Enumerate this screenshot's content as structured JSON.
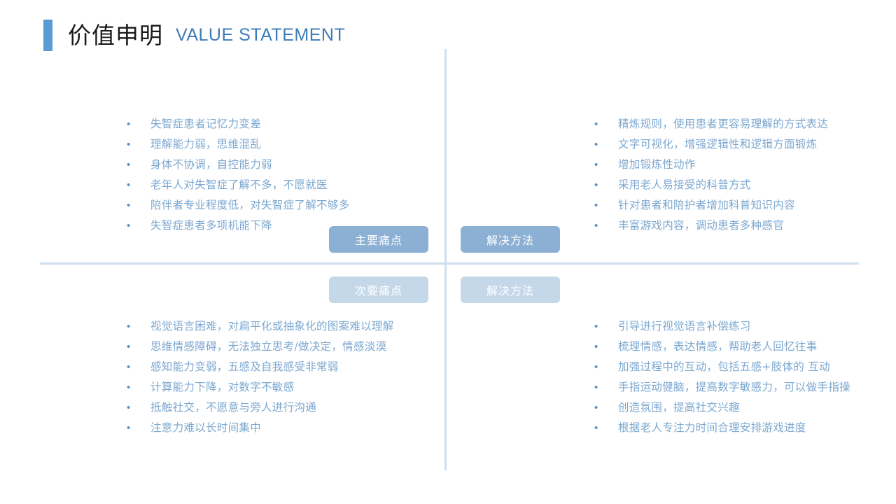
{
  "header": {
    "title_cn": "价值申明",
    "title_en": "VALUE STATEMENT",
    "accent_color": "#5b9bd5",
    "title_en_color": "#3d7cb8"
  },
  "theme": {
    "text_blue": "#7ba7d0",
    "divider": "#cfdff0",
    "pill_strong": "#8cb0d4",
    "pill_soft": "#c5d8ea",
    "background": "#ffffff"
  },
  "pills": {
    "main_pain": "主要痛点",
    "solution_top": "解决方法",
    "secondary_pain": "次要痛点",
    "solution_bottom": "解决方法"
  },
  "quadrants": {
    "top_left": {
      "items": [
        "失智症患者记忆力变差",
        "理解能力弱，思维混乱",
        "身体不协调，自控能力弱",
        "老年人对失智症了解不多，不愿就医",
        "陪伴者专业程度低，对失智症了解不够多",
        "失智症患者多项机能下降"
      ]
    },
    "top_right": {
      "items": [
        "精炼规则，使用患者更容易理解的方式表达",
        "文字可视化，增强逻辑性和逻辑方面锻炼",
        "增加锻炼性动作",
        "采用老人易接受的科普方式",
        "针对患者和陪护者增加科普知识内容",
        "丰富游戏内容，调动患者多种感官"
      ]
    },
    "bottom_left": {
      "items": [
        "视觉语言困难，对扁平化或抽象化的图案难以理解",
        "思维情感障碍，无法独立思考/做决定，情感淡漠",
        "感知能力变弱，五感及自我感受非常弱",
        "计算能力下降，对数字不敏感",
        "抵触社交，不愿意与旁人进行沟通",
        "注意力难以长时间集中"
      ]
    },
    "bottom_right": {
      "items": [
        "引导进行视觉语言补偿练习",
        "梳理情感，表达情感，帮助老人回忆往事",
        "加强过程中的互动，包括五感+肢体的 互动",
        "手指运动健脑，提高数字敏感力，可以做手指操",
        "创造氛围，提高社交兴趣",
        "根据老人专注力时间合理安排游戏进度"
      ]
    }
  }
}
